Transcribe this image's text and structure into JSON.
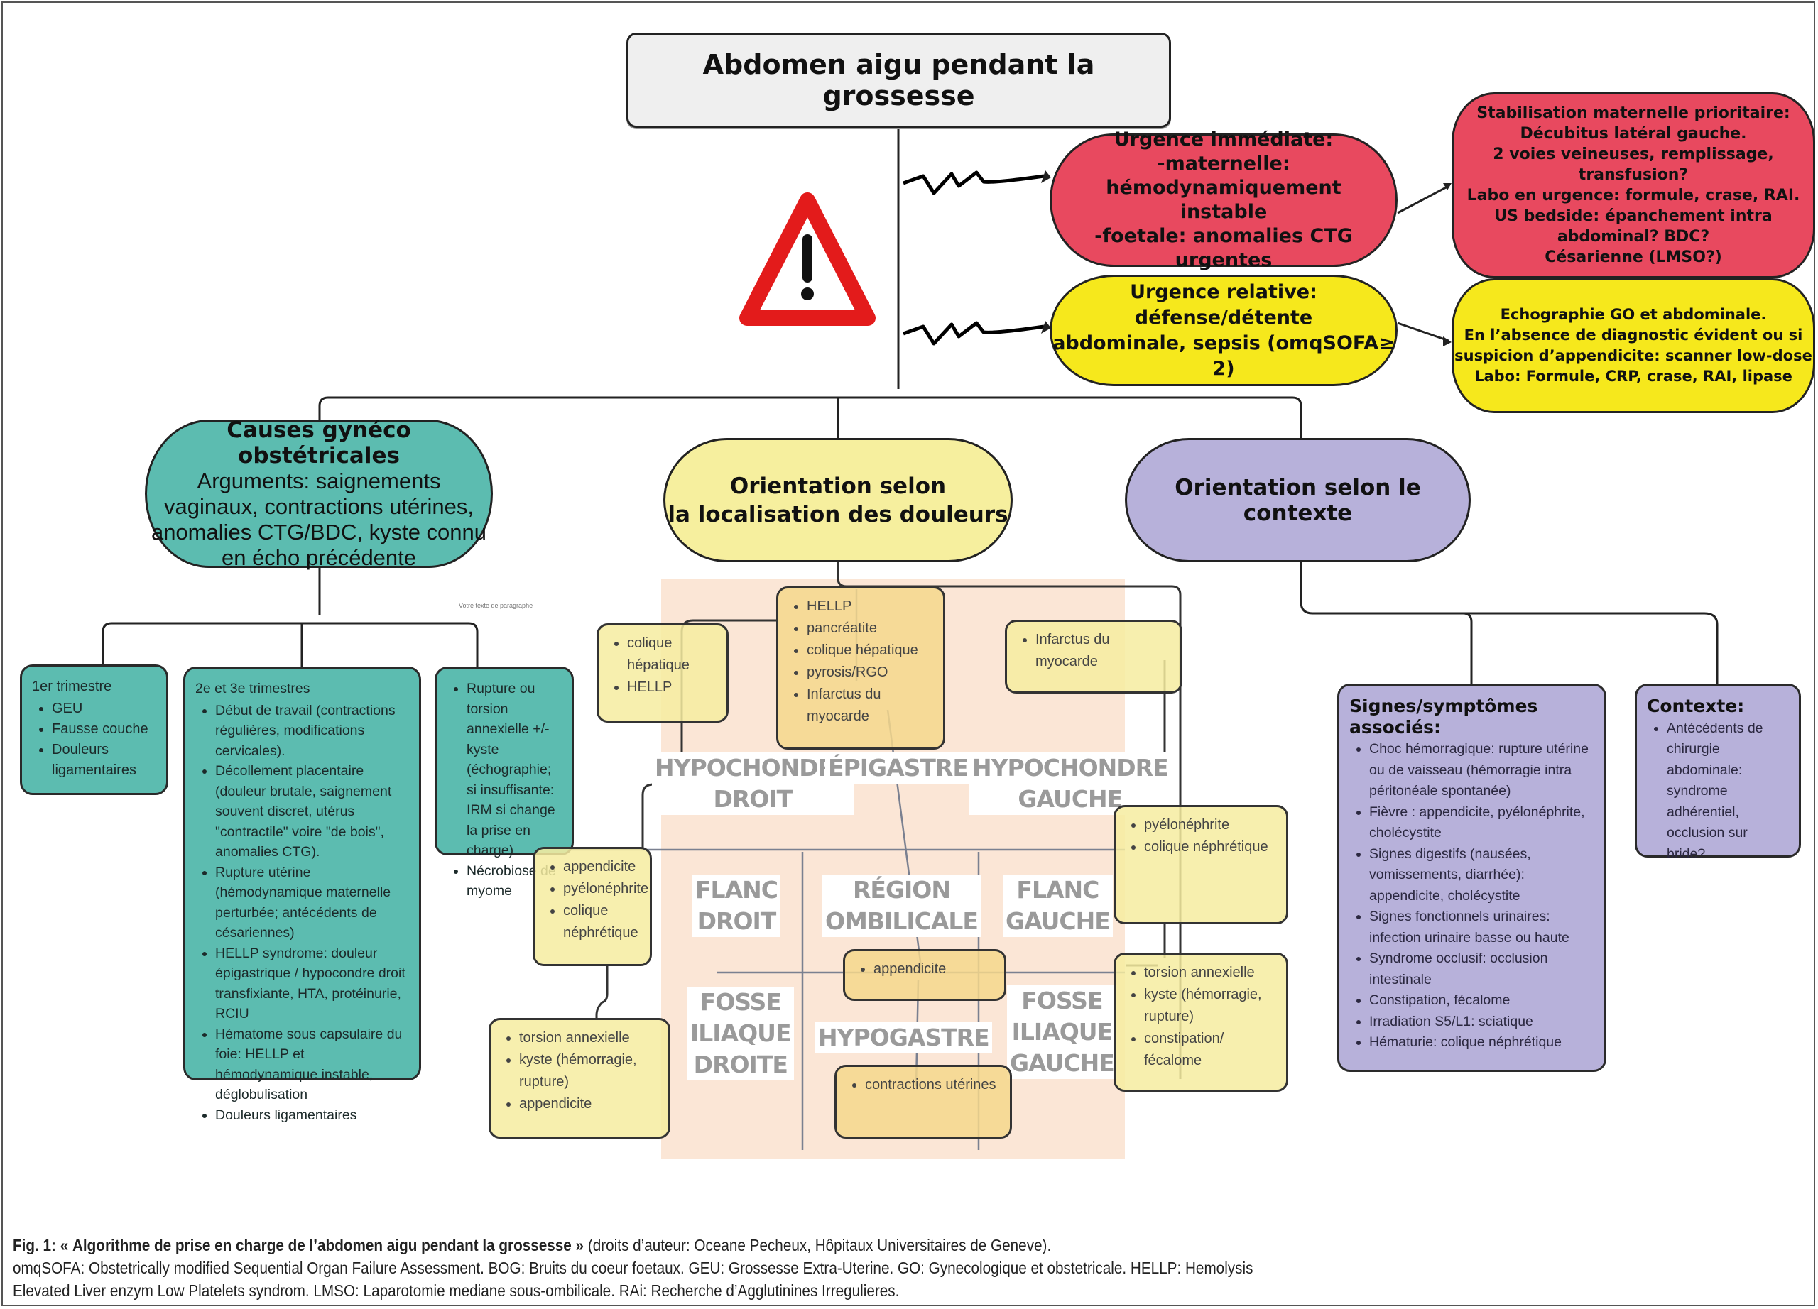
{
  "title": "Abdomen aigu pendant la grossesse",
  "warning_icon": "warning-triangle-icon",
  "urgence_immediate": {
    "lines": [
      "Urgence immédiate:",
      "-maternelle: hémodynamiquement",
      "instable",
      "-foetale: anomalies CTG urgentes"
    ]
  },
  "stabilisation": {
    "lines": [
      "Stabilisation maternelle prioritaire:",
      "Décubitus latéral gauche.",
      "2 voies veineuses, remplissage,",
      "transfusion?",
      "Labo en urgence: formule, crase, RAI.",
      "US bedside: épanchement intra",
      "abdominal? BDC?",
      "Césarienne (LMSO?)"
    ]
  },
  "urgence_relative": {
    "lines": [
      "Urgence relative: défense/détente",
      "abdominale, sepsis (omqSOFA≥ 2)"
    ]
  },
  "echographie": {
    "lines": [
      "Echographie GO et abdominale.",
      "En l’absence de diagnostic évident ou si",
      "suspicion d’appendicite: scanner low-dose",
      "Labo: Formule, CRP, crase, RAI, lipase"
    ]
  },
  "causes": {
    "title": "Causes gynéco obstétricales",
    "text": "Arguments: saignements vaginaux, contractions utérines, anomalies CTG/BDC, kyste connu en écho précédente"
  },
  "orientation_localisation": {
    "lines": [
      "Orientation selon",
      "la localisation des douleurs"
    ]
  },
  "orientation_contexte": {
    "label": "Orientation selon le contexte"
  },
  "tiny_label": "Votre texte de paragraphe",
  "trimestre1": {
    "title": "1er trimestre",
    "items": [
      "GEU",
      "Fausse couche",
      "Douleurs ligamentaires"
    ]
  },
  "trimestre23": {
    "title": "2e et 3e trimestres",
    "items": [
      "Début de travail  (contractions régulières, modifications cervicales).",
      "Décollement placentaire (douleur brutale, saignement souvent discret, utérus \"contractile\" voire \"de bois\", anomalies CTG).",
      "Rupture utérine (hémodynamique maternelle perturbée; antécédents de césariennes)",
      "HELLP syndrome: douleur épigastrique / hypocondre droit transfixiante, HTA, protéinurie, RCIU",
      "Hématome sous capsulaire du foie: HELLP et hémodynamique instable, déglobulisation",
      "Douleurs ligamentaires"
    ]
  },
  "rupture": {
    "items": [
      "Rupture ou torsion annexielle +/- kyste (échographie; si insuffisante: IRM si change la prise en charge)",
      "Nécrobiose de myome"
    ]
  },
  "regions": {
    "hypochondre_droit": [
      "HYPOCHONDRE",
      "DROIT"
    ],
    "epigastre": [
      "ÉPIGASTRE"
    ],
    "hypochondre_gauche": [
      "HYPOCHONDRE",
      "GAUCHE"
    ],
    "flanc_droit": [
      "FLANC",
      "DROIT"
    ],
    "region_ombilicale": [
      "RÉGION",
      "OMBILICALE"
    ],
    "flanc_gauche": [
      "FLANC",
      "GAUCHE"
    ],
    "fosse_iliaque_droite": [
      "FOSSE",
      "ILIAQUE",
      "DROITE"
    ],
    "hypogastre": [
      "HYPOGASTRE"
    ],
    "fosse_iliaque_gauche": [
      "FOSSE",
      "ILIAQUE",
      "GAUCHE"
    ]
  },
  "pain_cards": {
    "hypochondre_droit": [
      "colique hépatique",
      "HELLP"
    ],
    "epigastre": [
      "HELLP",
      "pancréatite",
      "colique hépatique",
      "pyrosis/RGO",
      "Infarctus du myocarde"
    ],
    "hypochondre_gauche": [
      "Infarctus du myocarde"
    ],
    "flanc_droit": [
      "appendicite",
      "pyélonéphrite",
      "colique néphrétique"
    ],
    "ombilicale": [
      "appendicite"
    ],
    "flanc_gauche": [
      "pyélonéphrite",
      "colique néphrétique"
    ],
    "fosse_iliaque_droite": [
      "torsion annexielle",
      "kyste (hémorragie, rupture)",
      "appendicite"
    ],
    "hypogastre": [
      "contractions utérines"
    ],
    "fosse_iliaque_gauche": [
      "torsion annexielle",
      "kyste (hémorragie, rupture)",
      "constipation/ fécalome"
    ]
  },
  "signes": {
    "title": "Signes/symptômes associés:",
    "items": [
      "Choc hémorragique: rupture utérine ou de vaisseau (hémorragie intra péritonéale spontanée)",
      "Fièvre : appendicite, pyélonéphrite, cholécystite",
      "Signes digestifs (nausées, vomissements, diarrhée): appendicite, cholécystite",
      "Signes fonctionnels urinaires: infection urinaire basse ou haute",
      "Syndrome occlusif: occlusion intestinale",
      "Constipation, fécalome",
      "Irradiation S5/L1: sciatique",
      "Hématurie: colique néphrétique"
    ]
  },
  "contexte": {
    "title": "Contexte:",
    "items": [
      "Antécédents de chirurgie abdominale: syndrome adhérentiel, occlusion sur bride?"
    ]
  },
  "caption": {
    "fig_label": "Fig. 1: « Algorithme de prise en charge de l’abdomen aigu pendant la grossesse »",
    "fig_credit": " (droits d’auteur: Oceane Pecheux, Hôpitaux Universitaires de Geneve).",
    "line2": "omqSOFA: Obstetrically modified Sequential Organ Failure Assessment. BOG: Bruits du coeur foetaux. GEU: Grossesse Extra-Uterine. GO: Gynecologique et obstetricale. HELLP: Hemolysis",
    "line3": "Elevated Liver enzym Low Platelets syndrom. LMSO: Laparotomie mediane sous-ombilicale. RAi: Recherche d’Agglutinines Irregulieres."
  },
  "colors": {
    "red": "#e8495f",
    "yellow": "#f6e81c",
    "teal": "#5cbcb0",
    "light_yellow": "#f6ef9e",
    "purple": "#b7b1da",
    "warning_red": "#e31b1b"
  }
}
